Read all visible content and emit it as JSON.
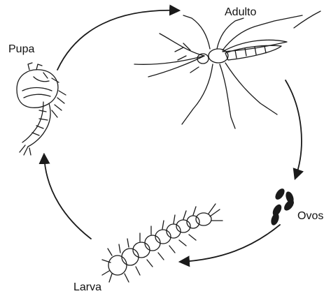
{
  "stages": {
    "adult": {
      "label": "Adulto",
      "icon": "mosquito-icon"
    },
    "eggs": {
      "label": "Ovos",
      "icon": "eggs-icon"
    },
    "larva": {
      "label": "Larva",
      "icon": "larva-icon"
    },
    "pupa": {
      "label": "Pupa",
      "icon": "pupa-icon"
    }
  },
  "colors": {
    "ink": "#1a1a1a",
    "background": "#ffffff"
  }
}
